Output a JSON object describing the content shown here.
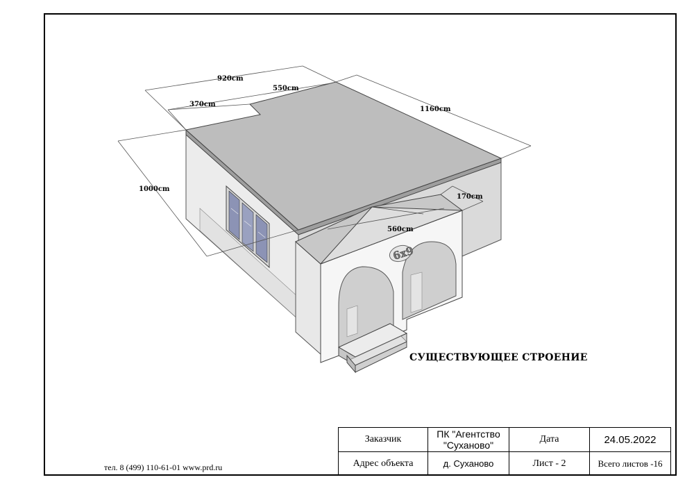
{
  "dimensions": {
    "d920": "920cm",
    "d550": "550cm",
    "d370": "370cm",
    "d1160": "1160cm",
    "d1000": "1000cm",
    "d170": "170cm",
    "d560": "560cm"
  },
  "emblem": "6x9",
  "caption": "СУЩЕСТВУЮЩЕЕ СТРОЕНИЕ",
  "contact": "тел. 8 (499) 110-61-01  www.prd.ru",
  "title_block": {
    "customer_label": "Заказчик",
    "customer_value_line1": "ПК \"Агентство",
    "customer_value_line2": "\"Суханово\"",
    "date_label": "Дата",
    "date_value": "24.05.2022",
    "address_label": "Адрес объекта",
    "address_value": "д. Суханово",
    "sheet_label": "Лист  - 2",
    "total_sheets": "Всего листов -16"
  },
  "colors": {
    "roof": "#bdbdbd",
    "wall_left": "#ececec",
    "wall_front": "#dcdcdc",
    "porch_front": "#f6f6f6",
    "shadow_wall": "#d0d0d0",
    "window_glass": "#8c93b5"
  }
}
